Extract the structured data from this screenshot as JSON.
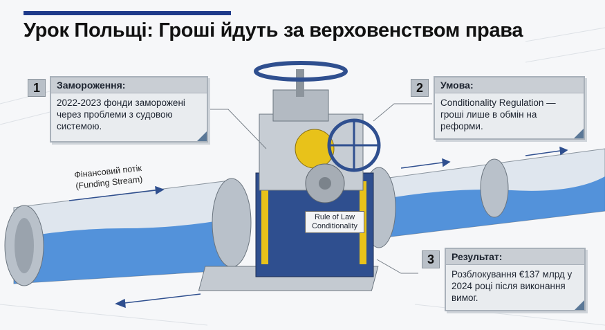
{
  "title": "Урок Польщі: Гроші йдуть за верховенством права",
  "flow_label": {
    "line1": "Фінансовий потік",
    "line2": "(Funding Stream)"
  },
  "valve_label": {
    "line1": "Rule of Law",
    "line2": "Conditionality"
  },
  "callouts": [
    {
      "number": "1",
      "heading": "Замороження:",
      "body": "2022-2023 фонди заморожені через проблеми з судовою системою."
    },
    {
      "number": "2",
      "heading": "Умова:",
      "body": "Conditionality Regulation — гроші лише в обмін на реформи."
    },
    {
      "number": "3",
      "heading": "Результат:",
      "body": "Розблокування €137 млрд у 2024 році після виконання вимог."
    }
  ],
  "colors": {
    "accent": "#1e3a8a",
    "water": "#3b82d6",
    "gear": "#e8c21a",
    "valve_wheel": "#2f4f8f"
  }
}
